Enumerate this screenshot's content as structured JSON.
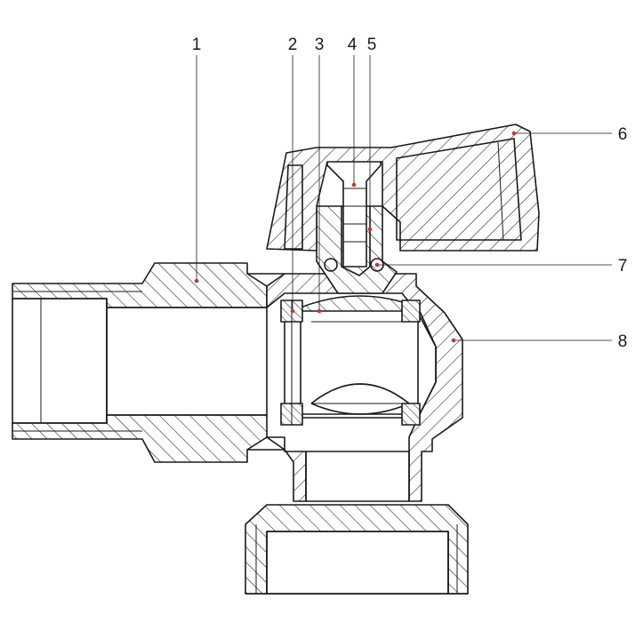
{
  "diagram": {
    "accent_color": "#c0392b",
    "line_color": "#1a1a1a",
    "callouts": [
      {
        "id": "1",
        "label": "1"
      },
      {
        "id": "2",
        "label": "2"
      },
      {
        "id": "3",
        "label": "3"
      },
      {
        "id": "4",
        "label": "4"
      },
      {
        "id": "5",
        "label": "5"
      },
      {
        "id": "6",
        "label": "6"
      },
      {
        "id": "7",
        "label": "7"
      },
      {
        "id": "8",
        "label": "8"
      }
    ]
  }
}
